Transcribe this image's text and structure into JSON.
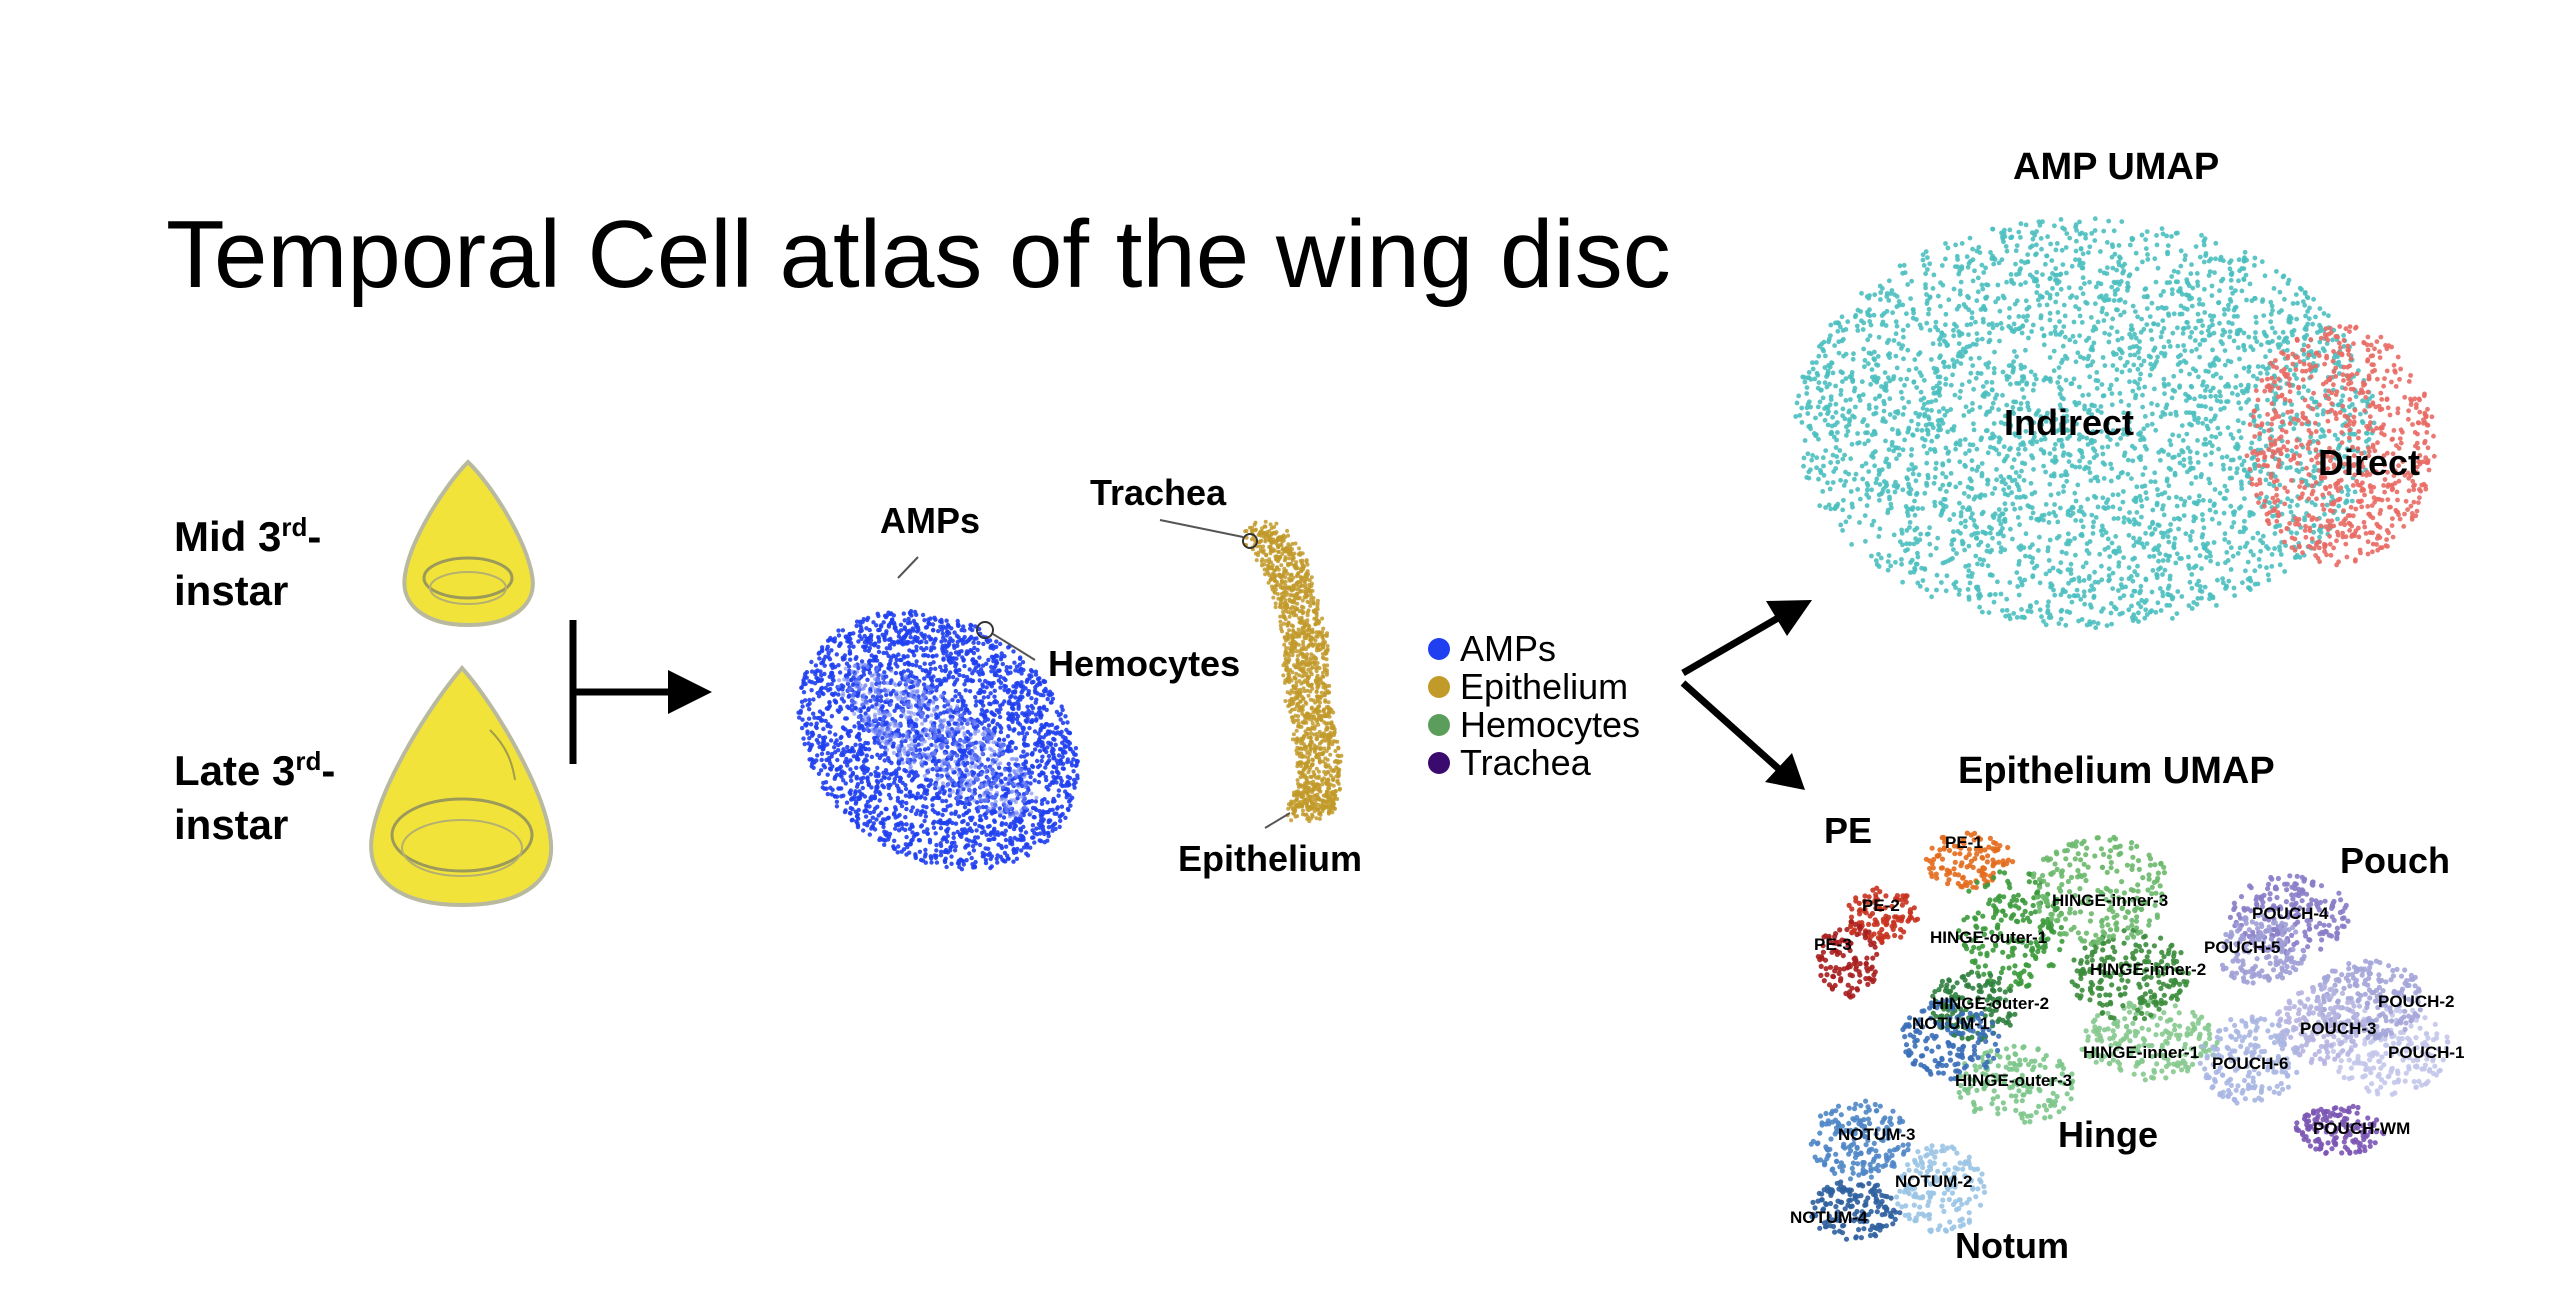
{
  "title": "Temporal Cell atlas of the wing disc",
  "stages": {
    "mid_line1": "Mid 3",
    "mid_sup": "rd",
    "mid_dash": "-",
    "mid_line2": "instar",
    "late_line1": "Late  3",
    "late_sup": "rd",
    "late_dash": "-",
    "late_line2": "instar"
  },
  "overview_umap": {
    "labels": {
      "amps": "AMPs",
      "trachea": "Trachea",
      "hemocytes": "Hemocytes",
      "epithelium": "Epithelium"
    },
    "legend": [
      {
        "label": "AMPs",
        "color": "#1f3ff0"
      },
      {
        "label": "Epithelium",
        "color": "#c29a2a"
      },
      {
        "label": "Hemocytes",
        "color": "#5b9e5b"
      },
      {
        "label": "Trachea",
        "color": "#3b0a6e"
      }
    ]
  },
  "amp_umap": {
    "title": "AMP UMAP",
    "indirect_label": "Indirect",
    "direct_label": "Direct",
    "indirect_color": "#4bbfbf",
    "direct_color": "#e96a64"
  },
  "epithelium_umap": {
    "title": "Epithelium UMAP",
    "regions": {
      "pe": "PE",
      "pouch": "Pouch",
      "hinge": "Hinge",
      "notum": "Notum"
    },
    "clusters": [
      {
        "label": "PE-1",
        "color": "#e36b1d"
      },
      {
        "label": "PE-2",
        "color": "#c8321f"
      },
      {
        "label": "PE-3",
        "color": "#a81e1e"
      },
      {
        "label": "HINGE-outer-1",
        "color": "#3c9a3c"
      },
      {
        "label": "HINGE-outer-2",
        "color": "#2f7f3f"
      },
      {
        "label": "HINGE-outer-3",
        "color": "#7cc58a"
      },
      {
        "label": "HINGE-inner-1",
        "color": "#86c98e"
      },
      {
        "label": "HINGE-inner-2",
        "color": "#3b8c3b"
      },
      {
        "label": "HINGE-inner-3",
        "color": "#6bb86b"
      },
      {
        "label": "NOTUM-1",
        "color": "#3a6fb8"
      },
      {
        "label": "NOTUM-2",
        "color": "#9ac4e4"
      },
      {
        "label": "NOTUM-3",
        "color": "#4f86c6"
      },
      {
        "label": "NOTUM-4",
        "color": "#2f5f9e"
      },
      {
        "label": "POUCH-1",
        "color": "#c3c6ea"
      },
      {
        "label": "POUCH-2",
        "color": "#a4a5d8"
      },
      {
        "label": "POUCH-3",
        "color": "#b6b4e0"
      },
      {
        "label": "POUCH-4",
        "color": "#8a7cc8"
      },
      {
        "label": "POUCH-5",
        "color": "#9f9fd6"
      },
      {
        "label": "POUCH-6",
        "color": "#a9b6e2"
      },
      {
        "label": "POUCH-WM",
        "color": "#7b55b4"
      }
    ]
  }
}
